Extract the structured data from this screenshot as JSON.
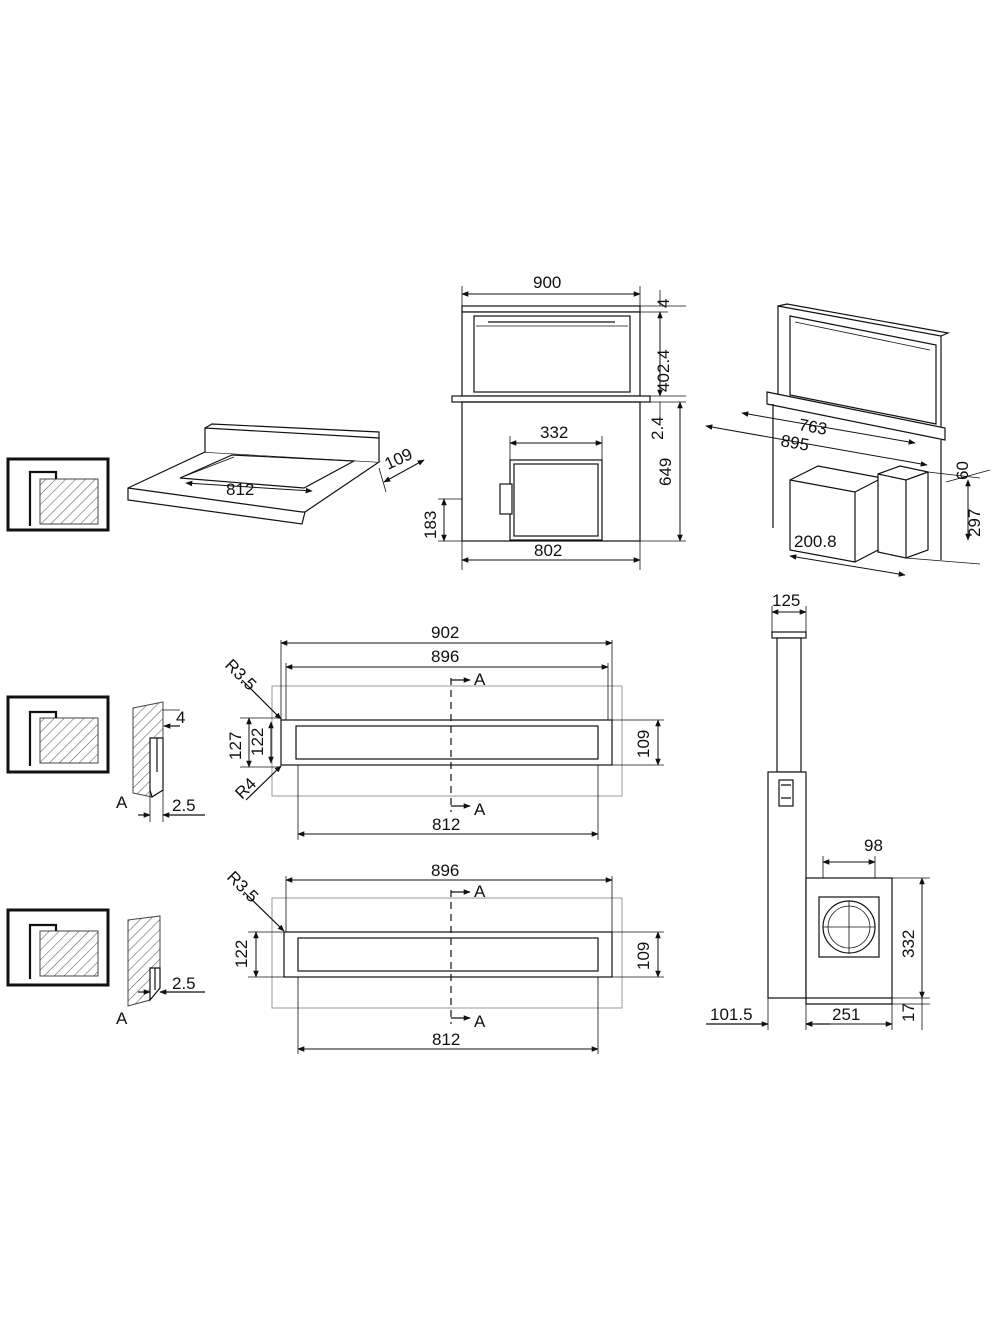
{
  "dimensions": {
    "top_width": "900",
    "top_thickness": "4",
    "top_height": "402.4",
    "step": "2.4",
    "total_height": "649",
    "motor_width": "332",
    "outlet_height": "183",
    "base_width": "802",
    "iso_763": "763",
    "iso_895": "895",
    "iso_60": "60",
    "iso_297": "297",
    "iso_200_8": "200.8",
    "hob_cutout": "812",
    "hob_depth": "109",
    "top_902": "902",
    "top_896": "896",
    "top_812": "812",
    "top_127": "127",
    "top_122": "122",
    "top_109": "109",
    "top_r35": "R3.5",
    "top_r4": "R4",
    "bottom_896": "896",
    "bottom_812": "812",
    "bottom_122": "122",
    "bottom_109": "109",
    "bottom_r35": "R3.5",
    "det1_4": "4",
    "det1_25": "2.5",
    "det2_25": "2.5",
    "side_125": "125",
    "side_98": "98",
    "side_332": "332",
    "side_1015": "101.5",
    "side_251": "251",
    "side_17": "17"
  },
  "section_marks": {
    "a1": "A",
    "a2": "A",
    "a3": "A",
    "a4": "A",
    "detail_a1": "A",
    "detail_a2": "A"
  }
}
